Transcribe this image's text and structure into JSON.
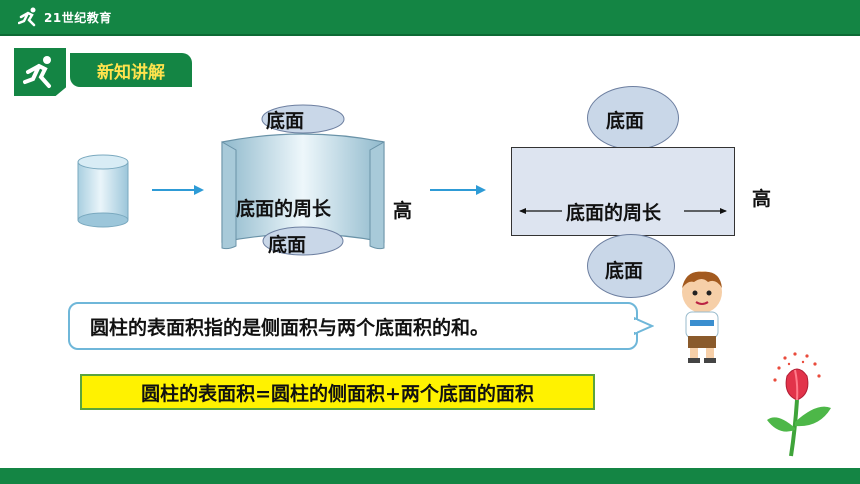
{
  "header": {
    "brand_text": "21世纪教育"
  },
  "section": {
    "label": "新知讲解"
  },
  "figure_left": {
    "top_base": "底面",
    "bottom_base": "底面",
    "circumference": "底面的周长",
    "height": "高"
  },
  "figure_right": {
    "top_base": "底面",
    "bottom_base": "底面",
    "circumference": "底面的周长",
    "height": "高"
  },
  "speech": {
    "text": "圆柱的表面积指的是侧面积与两个底面积的和。"
  },
  "formula": {
    "text": "圆柱的表面积=圆柱的侧面积+两个底面的面积"
  },
  "colors": {
    "header_green": "#148544",
    "tab_text": "#ffe34d",
    "formula_bg": "#fff200",
    "arrow_blue": "#2e9bd6"
  }
}
